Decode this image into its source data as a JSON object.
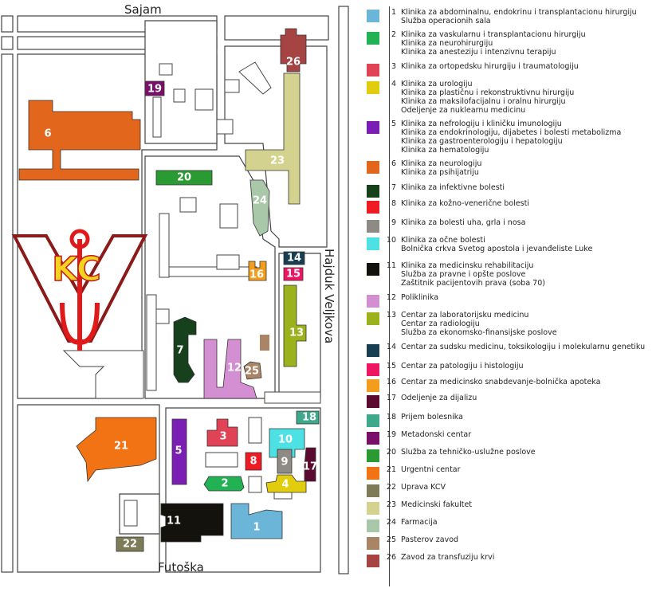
{
  "streets": {
    "north": "Sajam",
    "south": "Futoška",
    "east": "Hajduk Veljkova"
  },
  "logo": {
    "text": "KC"
  },
  "buildings": [
    {
      "id": "1",
      "color": "#6bb5d8"
    },
    {
      "id": "2",
      "color": "#22b254"
    },
    {
      "id": "3",
      "color": "#e04355"
    },
    {
      "id": "4",
      "color": "#e2cc0e"
    },
    {
      "id": "5",
      "color": "#7b1fb4"
    },
    {
      "id": "6",
      "color": "#e2661b"
    },
    {
      "id": "7",
      "color": "#17401c"
    },
    {
      "id": "8",
      "color": "#ee1b24"
    },
    {
      "id": "9",
      "color": "#8d8b84"
    },
    {
      "id": "10",
      "color": "#4ee1e4"
    },
    {
      "id": "11",
      "color": "#13120d"
    },
    {
      "id": "12",
      "color": "#d48ed2"
    },
    {
      "id": "13",
      "color": "#9cb21c"
    },
    {
      "id": "14",
      "color": "#173e51"
    },
    {
      "id": "15",
      "color": "#ee1664"
    },
    {
      "id": "16",
      "color": "#f39c1e"
    },
    {
      "id": "17",
      "color": "#5a0a2e"
    },
    {
      "id": "18",
      "color": "#3da98a"
    },
    {
      "id": "19",
      "color": "#7a0f6a"
    },
    {
      "id": "20",
      "color": "#2a9a33"
    },
    {
      "id": "21",
      "color": "#f27314"
    },
    {
      "id": "22",
      "color": "#7d7b58"
    },
    {
      "id": "23",
      "color": "#d3d38f"
    },
    {
      "id": "24",
      "color": "#a9c8a9"
    },
    {
      "id": "25",
      "color": "#a98566"
    },
    {
      "id": "26",
      "color": "#a64444"
    }
  ],
  "legend": [
    {
      "num": "1",
      "color": "#6bb5d8",
      "lines": [
        "Klinika za abdominalnu, endokrinu i transplantacionu hirurgiju",
        "Služba operacionih sala"
      ]
    },
    {
      "num": "2",
      "color": "#22b254",
      "lines": [
        "Klinika za vaskularnu i transplantacionu hirurgiju",
        "Klinika za neurohirurgiju",
        "Klinika za anesteziju i intenzivnu terapiju"
      ]
    },
    {
      "num": "3",
      "color": "#e04355",
      "lines": [
        "Klinika za ortopedsku hirurgiju i traumatologiju"
      ]
    },
    {
      "num": "4",
      "color": "#e2cc0e",
      "lines": [
        "Klinika za urologiju",
        "Klinika za plastičnu i rekonstruktivnu hirurgiju",
        "Klinika za maksilofacijalnu i oralnu hirurgiju",
        "Odeljenje za nuklearnu medicinu"
      ]
    },
    {
      "num": "5",
      "color": "#7b1fb4",
      "lines": [
        "Klinika za nefrologiju i kliničku imunologiju",
        "Klinika za endokrinologiju, dijabetes i bolesti metabolizma",
        "Klinika za gastroenterologiju i hepatologiju",
        "Klinika za hematologiju"
      ]
    },
    {
      "num": "6",
      "color": "#e2661b",
      "lines": [
        "Klinika za neurologiju",
        "Klinika za psihijatriju"
      ]
    },
    {
      "num": "7",
      "color": "#17401c",
      "lines": [
        "Klinika za infektivne bolesti"
      ]
    },
    {
      "num": "8",
      "color": "#ee1b24",
      "lines": [
        "Klinika za kožno-venerične bolesti"
      ]
    },
    {
      "num": "9",
      "color": "#8d8b84",
      "lines": [
        "Klinika za bolesti uha, grla i nosa"
      ]
    },
    {
      "num": "10",
      "color": "#4ee1e4",
      "lines": [
        "Klinika za očne bolesti",
        "Bolnička crkva Svetog apostola i jevanđeliste Luke"
      ]
    },
    {
      "num": "11",
      "color": "#13120d",
      "lines": [
        "Klinika za medicinsku rehabilitaciju",
        "Služba za pravne i opšte poslove",
        "Zaštitnik pacijentovih prava (soba 70)"
      ]
    },
    {
      "num": "12",
      "color": "#d48ed2",
      "lines": [
        "Poliklinika"
      ]
    },
    {
      "num": "13",
      "color": "#9cb21c",
      "lines": [
        "Centar za laboratorijsku medicinu",
        "Centar za radiologiju",
        "Služba za ekonomsko-finansijske poslove"
      ]
    },
    {
      "num": "14",
      "color": "#173e51",
      "lines": [
        "Centar za sudsku medicinu, toksikologiju i molekularnu genetiku"
      ]
    },
    {
      "num": "15",
      "color": "#ee1664",
      "lines": [
        "Centar za patologiju i histologiju"
      ]
    },
    {
      "num": "16",
      "color": "#f39c1e",
      "lines": [
        "Centar za medicinsko snabdevanje-bolnička apoteka"
      ]
    },
    {
      "num": "17",
      "color": "#5a0a2e",
      "lines": [
        "Odeljenje za dijalizu"
      ]
    },
    {
      "num": "18",
      "color": "#3da98a",
      "lines": [
        "Prijem bolesnika"
      ]
    },
    {
      "num": "19",
      "color": "#7a0f6a",
      "lines": [
        "Metadonski centar"
      ]
    },
    {
      "num": "20",
      "color": "#2a9a33",
      "lines": [
        "Služba za tehničko-uslužne poslove"
      ]
    },
    {
      "num": "21",
      "color": "#f27314",
      "lines": [
        "Urgentni centar"
      ]
    },
    {
      "num": "22",
      "color": "#7d7b58",
      "lines": [
        "Uprava KCV"
      ]
    },
    {
      "num": "23",
      "color": "#d3d38f",
      "lines": [
        "Medicinski fakultet"
      ]
    },
    {
      "num": "24",
      "color": "#a9c8a9",
      "lines": [
        "Farmacija"
      ]
    },
    {
      "num": "25",
      "color": "#a98566",
      "lines": [
        "Pasterov zavod"
      ]
    },
    {
      "num": "26",
      "color": "#a64444",
      "lines": [
        "Zavod za transfuziju krvi"
      ]
    }
  ]
}
